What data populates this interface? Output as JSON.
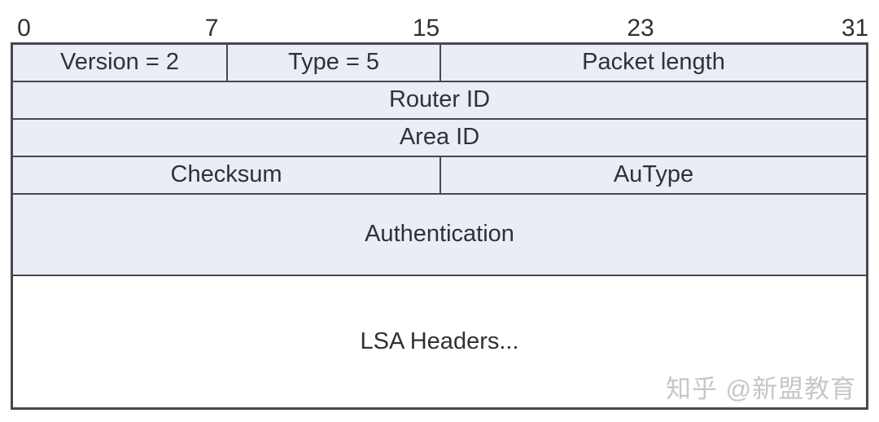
{
  "diagram": {
    "bit_labels": [
      "0",
      "7",
      "15",
      "23",
      "31"
    ],
    "rows": [
      {
        "fields": [
          {
            "label": "Version = 2"
          },
          {
            "label": "Type = 5"
          },
          {
            "label": "Packet length"
          }
        ]
      },
      {
        "fields": [
          {
            "label": "Router ID"
          }
        ]
      },
      {
        "fields": [
          {
            "label": "Area ID"
          }
        ]
      },
      {
        "fields": [
          {
            "label": "Checksum"
          },
          {
            "label": "AuType"
          }
        ]
      },
      {
        "fields": [
          {
            "label": "Authentication"
          }
        ]
      },
      {
        "fields": [
          {
            "label": "LSA Headers..."
          }
        ]
      }
    ]
  },
  "watermark": {
    "text": "知乎 @新盟教育"
  },
  "colors": {
    "cell_fill": "#e9edf5",
    "lsa_row_fill": "#ffffff",
    "border": "#45484c",
    "text": "#2f3235",
    "watermark_text": "#c7c7c7",
    "page_bg": "#ffffff"
  }
}
